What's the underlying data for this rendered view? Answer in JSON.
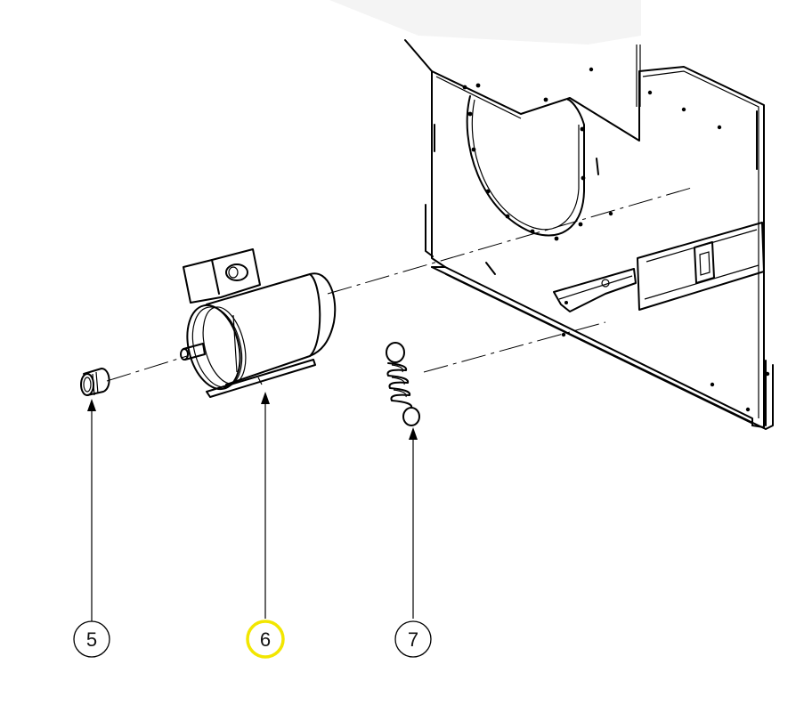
{
  "callouts": [
    {
      "id": "5",
      "label": "5",
      "highlighted": false
    },
    {
      "id": "6",
      "label": "6",
      "highlighted": true
    },
    {
      "id": "7",
      "label": "7",
      "highlighted": false
    }
  ],
  "colors": {
    "highlight": "#f2e600",
    "line": "#000000",
    "background": "#ffffff"
  }
}
